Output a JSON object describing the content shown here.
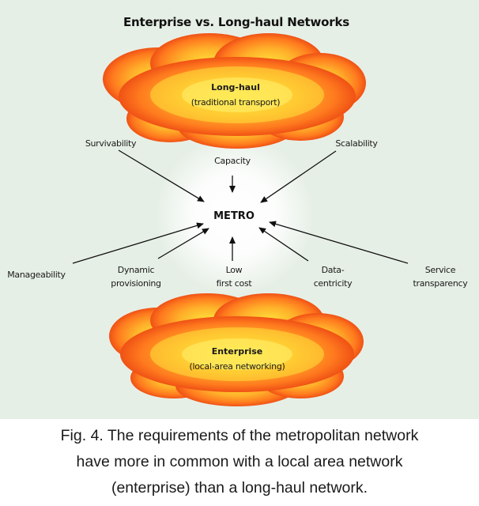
{
  "diagram": {
    "title": "Enterprise vs. Long-haul Networks",
    "center": "METRO",
    "clouds": {
      "top": {
        "line1": "Long-haul",
        "line2": "(traditional transport)"
      },
      "bottom": {
        "line1": "Enterprise",
        "line2": "(local-area networking)"
      }
    },
    "requirements": {
      "survivability": "Survivability",
      "scalability": "Scalability",
      "capacity": "Capacity",
      "manageability": "Manageability",
      "dynamic_line1": "Dynamic",
      "dynamic_line2": "provisioning",
      "low_line1": "Low",
      "low_line2": "first cost",
      "data_line1": "Data-",
      "data_line2": "centricity",
      "service_line1": "Service",
      "service_line2": "transparency"
    },
    "colors": {
      "panel_bg": "#e6efe6",
      "cloud_core": "#ffe23a",
      "cloud_mid": "#ff7a1e",
      "cloud_edge": "#e63a10",
      "arrow": "#111111"
    }
  },
  "caption": {
    "line1": "Fig. 4. The requirements of the metropolitan network",
    "line2": "have more in common with a local area network",
    "line3": "(enterprise) than a long-haul network."
  }
}
